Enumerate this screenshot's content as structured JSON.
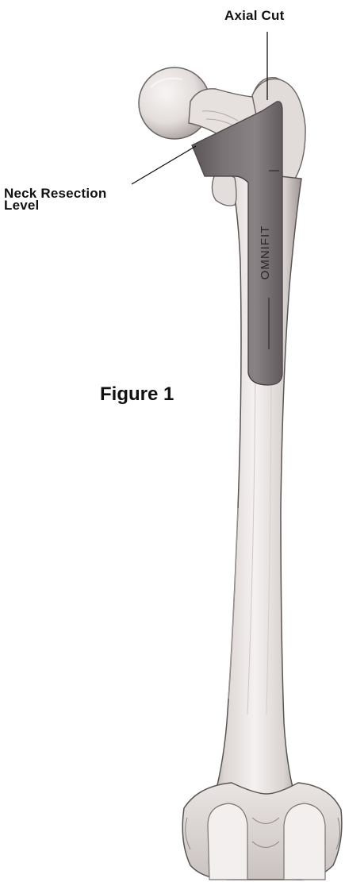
{
  "labels": {
    "axial_cut": "Axial Cut",
    "neck_resection_line1": "Neck Resection",
    "neck_resection_line2": "Level",
    "figure_caption": "Figure 1",
    "implant_brand": "OMNIFIT"
  },
  "colors": {
    "bone_fill": "#ebe7e5",
    "bone_shadow": "#b9b2b0",
    "bone_outline": "#5a5452",
    "implant_fill": "#777073",
    "implant_dark": "#5f585b",
    "implant_light": "#9a9395",
    "leader_line": "#111111"
  }
}
